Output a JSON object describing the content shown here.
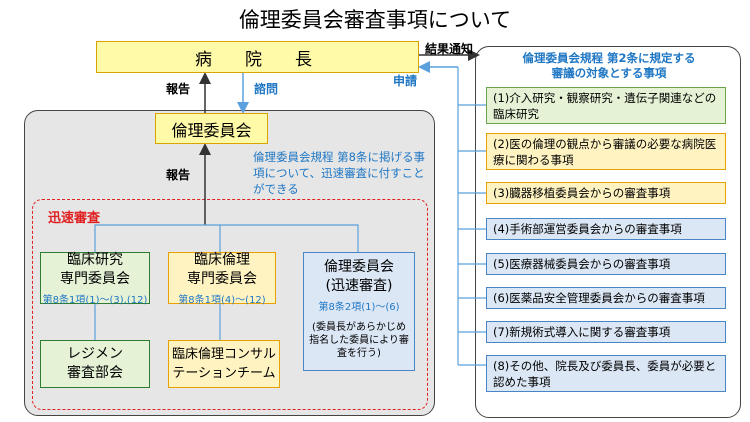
{
  "title": "倫理委員会審査事項について",
  "hospital_director": "病　院　長",
  "ethics_committee": "倫理委員会",
  "labels": {
    "report_top": "報告",
    "consult": "諮問",
    "report_mid": "報告",
    "result_notice": "結果通知",
    "application": "申請"
  },
  "rapid_review_note": "倫理委員会規程 第8条に掲げる事項について、迅速審査に付すことができる",
  "rapid_review_label": "迅速審査",
  "subcommittees": [
    {
      "line1": "臨床研究",
      "line2": "専門委員会",
      "article": "第8条1項(1)～(3),(12)"
    },
    {
      "line1": "臨床倫理",
      "line2": "専門委員会",
      "article": "第8条1項(4)～(12)"
    },
    {
      "line1": "倫理委員会",
      "line2": "(迅速審査)",
      "article": "第8条2項(1)～(6)",
      "note": "(委員長があらかじめ指名した委員により審査を行う)"
    }
  ],
  "lower_units": [
    {
      "line1": "レジメン",
      "line2": "審査部会"
    },
    {
      "line1": "臨床倫理コンサル",
      "line2": "テーションチーム"
    }
  ],
  "right_panel": {
    "heading_line1": "倫理委員会規程 第2条に規定する",
    "heading_line2": "審議の対象とする事項",
    "items": [
      "(1)介入研究・観察研究・遺伝子関連などの臨床研究",
      "(2)医の倫理の観点から審議の必要な病院医療に関わる事項",
      "(3)臓器移植委員会からの審査事項",
      "(4)手術部運営委員会からの審査事項",
      "(5)医療器械委員会からの審査事項",
      "(6)医薬品安全管理委員会からの審査事項",
      "(7)新規術式導入に関する審査事項",
      "(8)その他、院長及び委員長、委員が必要と認めた事項"
    ]
  },
  "colors": {
    "yellow_fill": "#fffaa8",
    "accent_blue": "#1f77c4",
    "rapid_red": "#e02020",
    "green_border": "#2e7d32"
  }
}
